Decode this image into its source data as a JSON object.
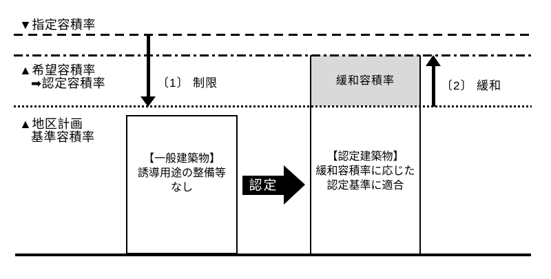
{
  "diagram": {
    "axis_labels": {
      "designated_far": "▼指定容積率",
      "desired_far": "▲希望容積率",
      "certified_far": "➡認定容積率",
      "district_plan": "▲地区計画",
      "standard_far": "基準容積率"
    },
    "annotations": {
      "restriction": "〔1〕 制限",
      "relaxation": "〔2〕 緩和",
      "relaxed_far": "緩和容積率",
      "certification": "認定"
    },
    "boxes": {
      "general_building": {
        "title": "【一般建築物】",
        "line2": "誘導用途の整備等",
        "line3": "なし"
      },
      "certified_building": {
        "title": "【認定建築物】",
        "line2": "緩和容積率に応じた",
        "line3": "認定基準に適合"
      }
    },
    "colors": {
      "background": "#ffffff",
      "line": "#000000",
      "relaxed_fill": "#d9d9d9",
      "cert_arrow_fill": "#000000",
      "cert_arrow_text": "#ffffff"
    }
  }
}
